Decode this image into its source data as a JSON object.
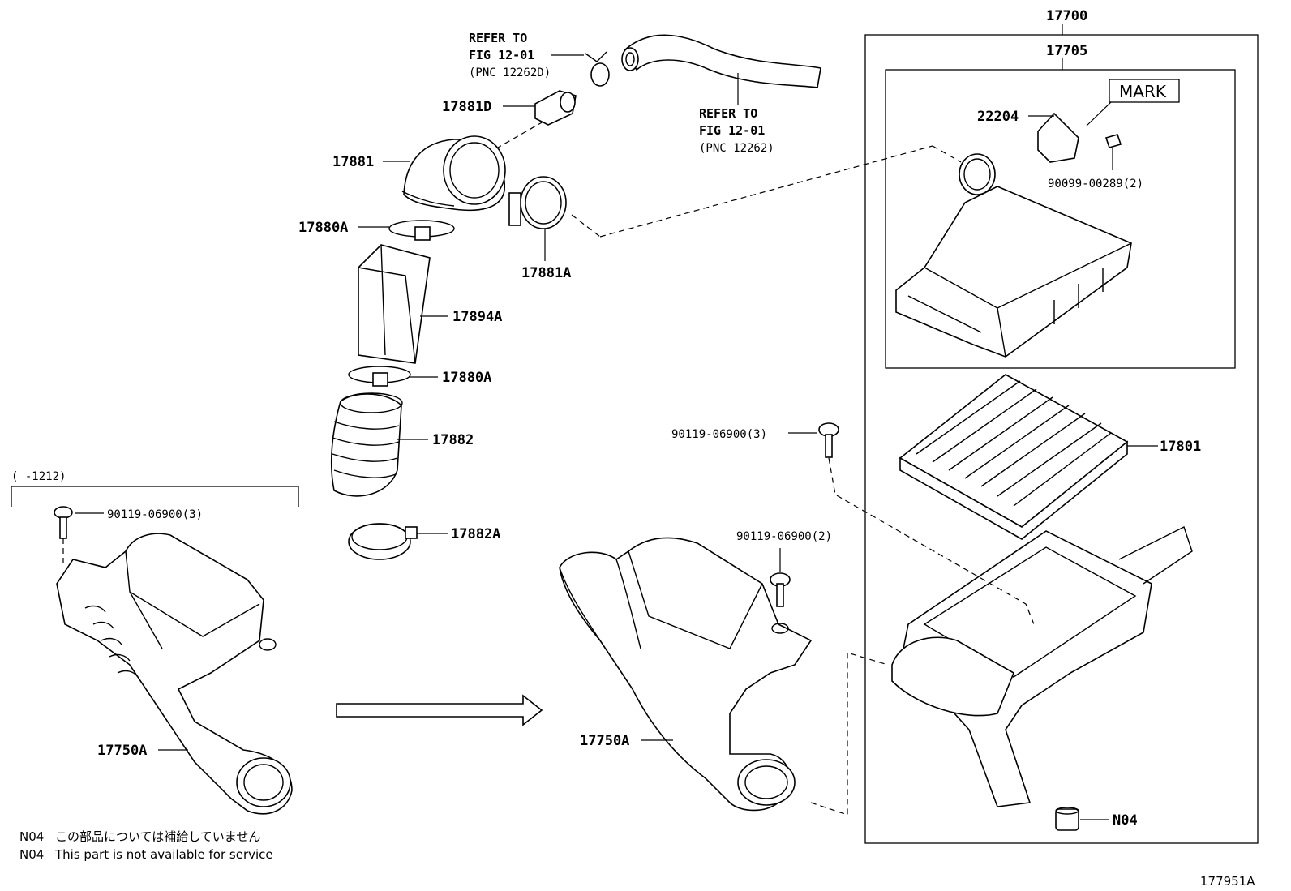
{
  "figure_id": "177951A",
  "assembly": {
    "number": "17700",
    "sub": "17705"
  },
  "labels": {
    "refer_top_1": "REFER TO",
    "refer_top_2": "FIG 12-01",
    "refer_top_3": "(PNC 12262D)",
    "refer_right_1": "REFER TO",
    "refer_right_2": "FIG 12-01",
    "refer_right_3": "(PNC 12262)",
    "p17881D": "17881D",
    "p17881": "17881",
    "p17880A_top": "17880A",
    "p17881A": "17881A",
    "p17894A": "17894A",
    "p17880A_mid": "17880A",
    "p17882": "17882",
    "p17882A": "17882A",
    "p22204": "22204",
    "mark": "MARK",
    "p90099": "90099-00289(2)",
    "p17801": "17801",
    "bolt_mid": "90119-06900(3)",
    "bolt_right": "90119-06900(2)",
    "bolt_left": "90119-06900(3)",
    "date_range": "(      -1212)",
    "p17750A_left": "17750A",
    "p17750A_right": "17750A",
    "pN04": "N04"
  },
  "notes": [
    {
      "code": "N04",
      "text": "この部品については補給していません"
    },
    {
      "code": "N04",
      "text": "This part is not available for service"
    }
  ]
}
